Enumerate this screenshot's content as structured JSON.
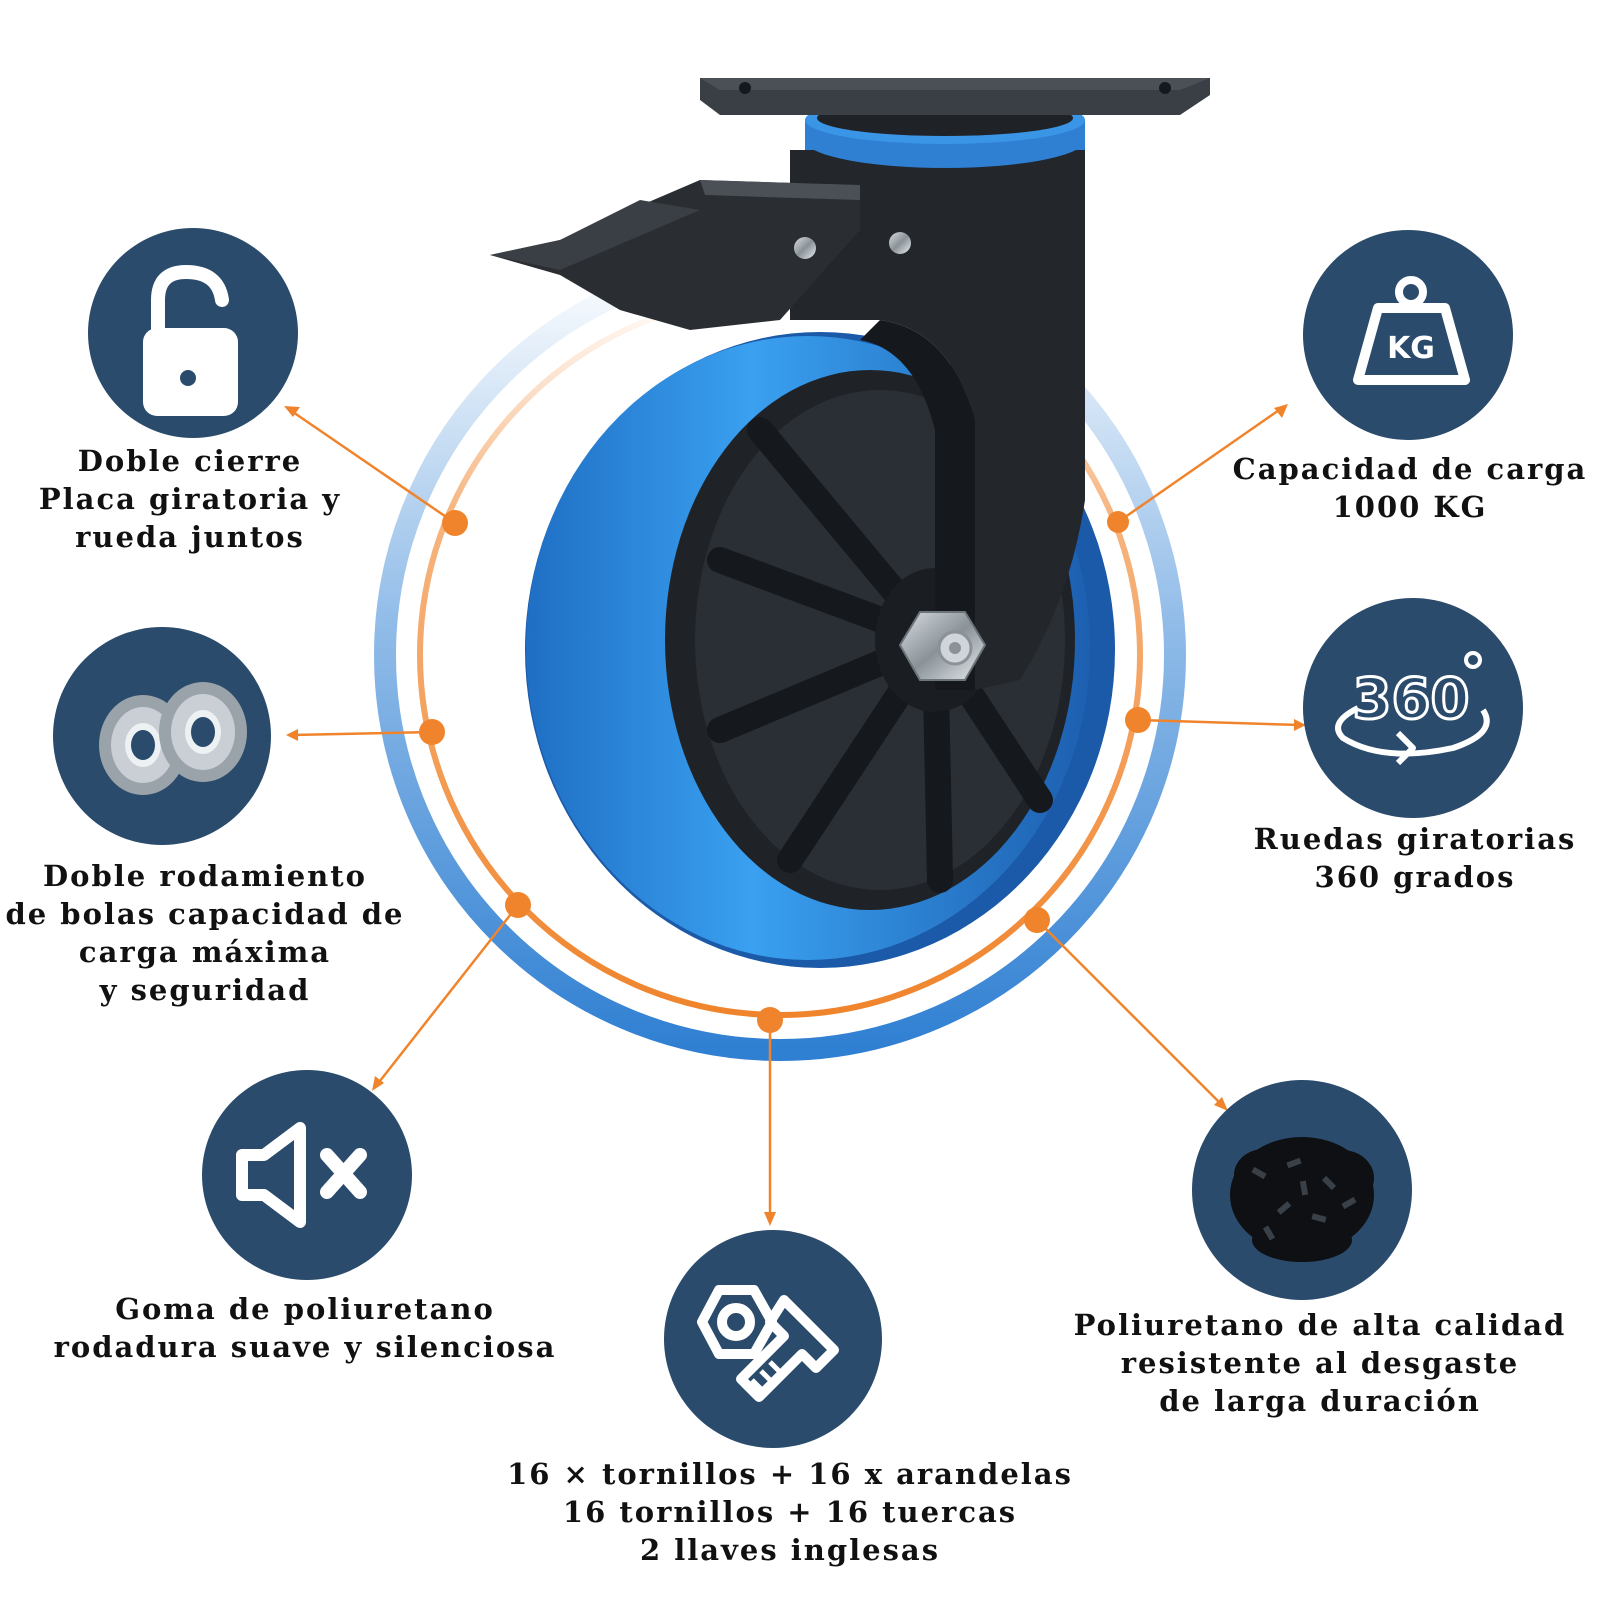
{
  "colors": {
    "icon_bg": "#2a4b6b",
    "accent_orange": "#f0842c",
    "wheel_blue": "#2b8de0",
    "ring_blue": "#3a87d6",
    "caster_black": "#1f2328"
  },
  "features": [
    {
      "icon": "unlocked-padlock-icon",
      "lines": [
        "Doble cierre",
        "Placa giratoria y",
        "rueda juntos"
      ]
    },
    {
      "icon": "ball-bearings-icon",
      "lines": [
        "Doble rodamiento",
        "de bolas capacidad de",
        "carga máxima",
        "y seguridad"
      ]
    },
    {
      "icon": "muted-speaker-icon",
      "lines": [
        "Goma de poliuretano",
        "rodadura suave y silenciosa"
      ]
    },
    {
      "icon": "bolt-and-nut-icon",
      "lines": [
        "16 × tornillos + 16 x arandelas",
        "16 tornillos + 16 tuercas",
        "2 llaves inglesas"
      ]
    },
    {
      "icon": "polyurethane-granules-icon",
      "lines": [
        "Poliuretano de alta calidad",
        "resistente al desgaste",
        "de larga duración"
      ]
    },
    {
      "icon": "rotation-360-icon",
      "icon_text": "360",
      "lines": [
        "Ruedas giratorias",
        "360 grados"
      ]
    },
    {
      "icon": "kg-weight-icon",
      "icon_text": "KG",
      "lines": [
        "Capacidad de carga",
        "1000 KG"
      ]
    }
  ]
}
